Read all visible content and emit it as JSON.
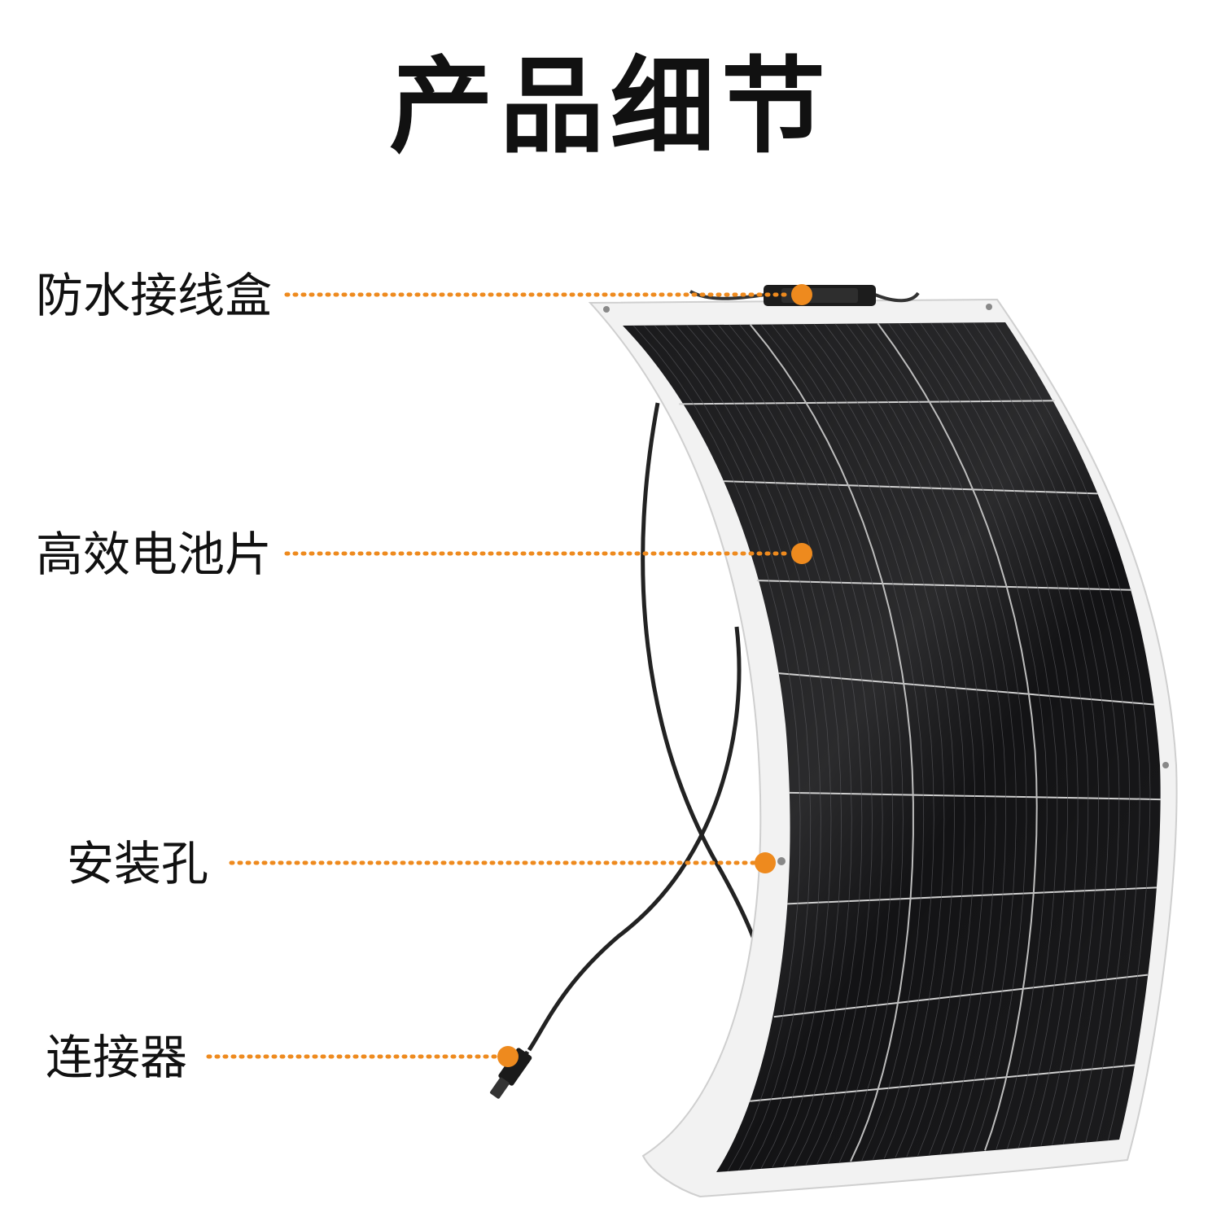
{
  "title": "产品细节",
  "colors": {
    "accent": "#EE8A1E",
    "text": "#111111",
    "panel_frame": "#F2F2F2",
    "cell_dark": "#0E0E10",
    "cable": "#222222"
  },
  "callouts": [
    {
      "label": "防水接线盒"
    },
    {
      "label": "高效电池片"
    },
    {
      "label": "安装孔"
    },
    {
      "label": "连接器"
    }
  ]
}
